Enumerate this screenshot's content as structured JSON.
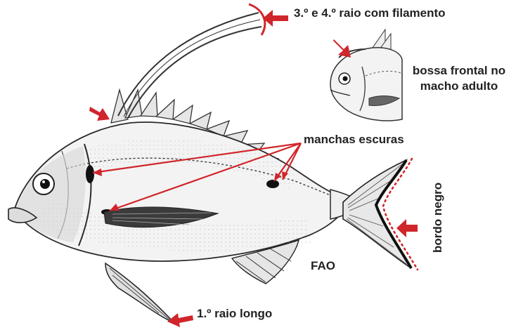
{
  "labels": {
    "filament": "3.º e 4.º raio com filamento",
    "bossa_line1": "bossa frontal no",
    "bossa_line2": "macho adulto",
    "manchas": "manchas escuras",
    "bordo": "bordo negro",
    "fao": "FAO",
    "raio_longo": "1.º raio longo"
  },
  "icons": [
    "fish-illustration",
    "fish-head-inset",
    "arrow-icon",
    "pointer-line"
  ],
  "colors": {
    "accent_red": "#d0252a",
    "ink": "#222222",
    "fish_fill": "#f3f3f3",
    "fish_shade": "#8a8a8a"
  }
}
